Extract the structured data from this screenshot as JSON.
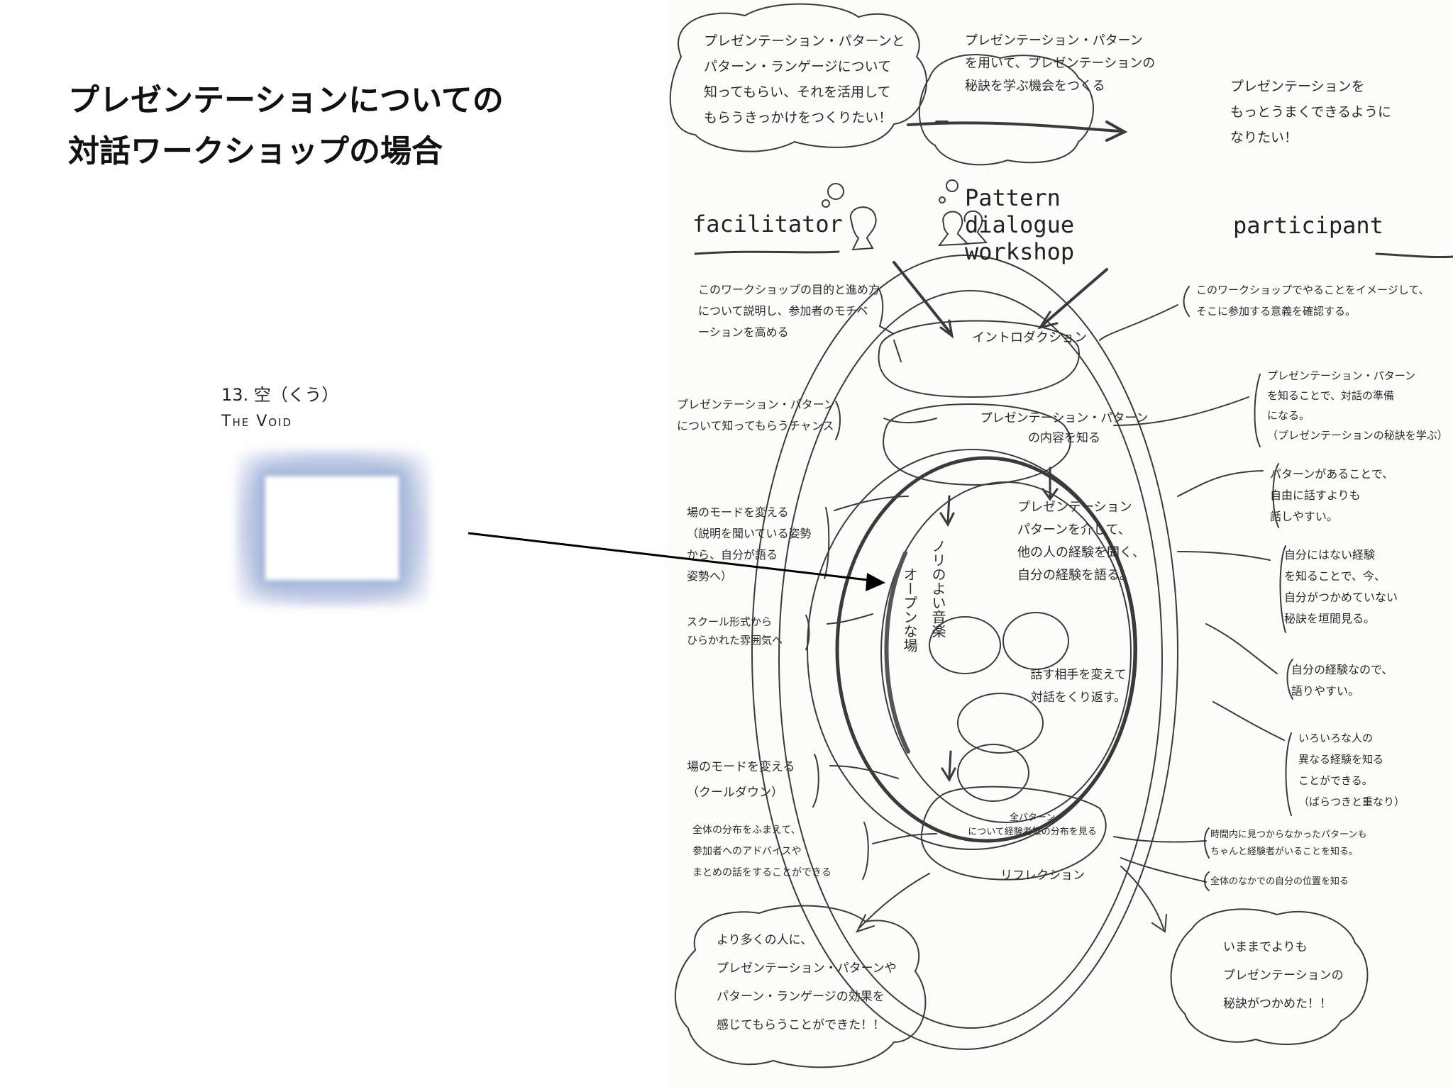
{
  "title": {
    "line1": "プレゼンテーションについての",
    "line2": "対話ワークショップの場合"
  },
  "pattern": {
    "number": "13. 空（くう）",
    "name": "The Void",
    "image_icon": "void-square-glow"
  },
  "sketch": {
    "cloud_top_left": "プレゼンテーション・パターンと\nパターン・ランゲージについて\n知ってもらい、それを活用して\nもらうきっかけをつくりたい！",
    "arrow_top_note": "プレゼンテーション・パターン\nを用いて、プレゼンテーションの\n秘訣を学ぶ機会をつくる",
    "cloud_top_right": "プレゼンテーションを\nもっとうまくできるように\nなりたい！",
    "facilitator_label": "facilitator",
    "participant_label": "participant",
    "workshop_title": "Pattern\ndialogue\nworkshop",
    "note_intro_left": "このワークショップの目的と進め方\nについて説明し、参加者のモチベ\nーションを高める",
    "note_intro_right": "このワークショップでやることをイメージして、\nそこに参加する意義を確認する。",
    "stage_intro": "イントロダクション",
    "note_chance_left": "プレゼンテーション・パターン\nについて知ってもらうチャンス",
    "stage_know": "プレゼンテーション・パターン\nの内容を知る",
    "note_know_right": "プレゼンテーション・パターン\nを知ることで、対話の準備\nになる。\n（プレゼンテーションの秘訣を学ぶ）",
    "note_pattern_right": "パターンがあることで、\n自由に話すよりも\n話しやすい。",
    "note_mode_left": "場のモードを変える\n（説明を聞いている姿勢\nから、自分が語る\n姿勢へ）",
    "note_school_left": "スクール形式から\nひらかれた雰囲気へ",
    "label_open": "オープンな場",
    "label_rhythm": "ノリのよい音楽",
    "stage_dialogue": "プレゼンテーション\nパターンを介して、\n他の人の経験を聞く、\n自分の経験を語る。",
    "note_unknown_right": "自分にはない経験\nを知ることで、今、\n自分がつかめていない\n秘訣を垣間見る。",
    "stage_repeat": "話す相手を変えて\n対話をくり返す。",
    "note_own_right": "自分の経験なので、\n語りやすい。",
    "note_various_right": "いろいろな人の\n異なる経験を知る\nことができる。\n（ばらつきと重なり）",
    "note_cooldown_left": "場のモードを変える\n（クールダウン）",
    "stage_reflect_note": "全パターン\nについて経験者数の分布を見る",
    "stage_reflection": "リフレクション",
    "note_distribution_left": "全体の分布をふまえて、\n参加者へのアドバイスや\nまとめの話をすることができる",
    "note_time_right": "時間内に見つからなかったパターンも\nちゃんと経験者がいることを知る。",
    "note_position_right": "全体のなかでの自分の位置を知る",
    "cloud_bottom_left": "より多くの人に、\nプレゼンテーション・パターンや\nパターン・ランゲージの効果を\n感じてもらうことができた！！",
    "cloud_bottom_right": "いままでよりも\nプレゼンテーションの\n秘訣がつかめた！！"
  },
  "colors": {
    "pencil": "#2b2b2b",
    "void_glow": "#b7c3e2",
    "arrow": "#000000"
  }
}
